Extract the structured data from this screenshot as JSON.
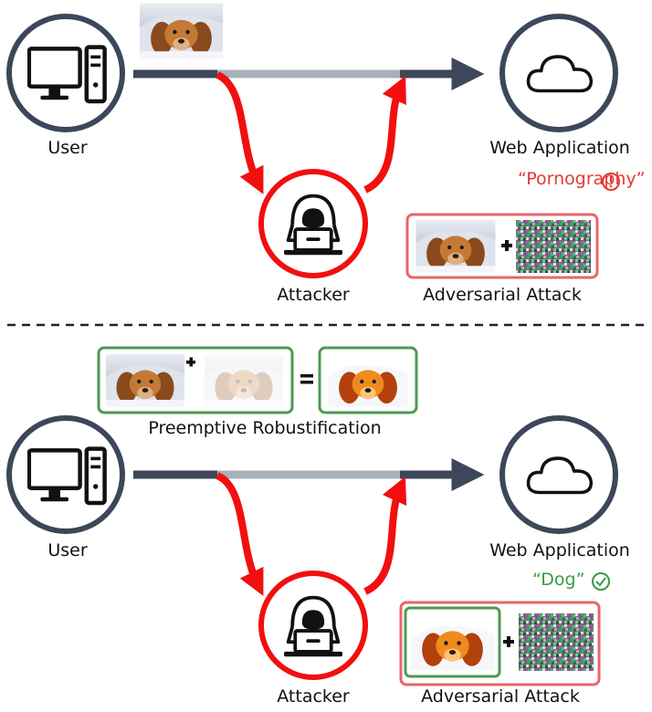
{
  "top": {
    "user_label": "User",
    "web_label": "Web Application",
    "attacker_label": "Attacker",
    "attack_label": "Adversarial Attack",
    "prediction": "“Pornography”",
    "prediction_color": "#e53935",
    "prediction_icon": "exclamation-circle-icon"
  },
  "bottom": {
    "robust_label": "Preemptive Robustification",
    "user_label": "User",
    "web_label": "Web Application",
    "attacker_label": "Attacker",
    "attack_label": "Adversarial Attack",
    "prediction": "“Dog”",
    "prediction_color": "#3a9a45",
    "prediction_icon": "check-circle-icon",
    "plus_symbol": "+",
    "equals_symbol": "="
  },
  "colors": {
    "node_stroke": "#3c4759",
    "arrow_dark": "#3c4759",
    "arrow_light": "#a8b0bb",
    "attack_red": "#f20f0f",
    "box_red": "#e8666a",
    "box_green": "#4d9a52"
  },
  "icons": [
    "computer-icon",
    "cloud-icon",
    "hacker-icon",
    "dog-image",
    "noise-image"
  ]
}
